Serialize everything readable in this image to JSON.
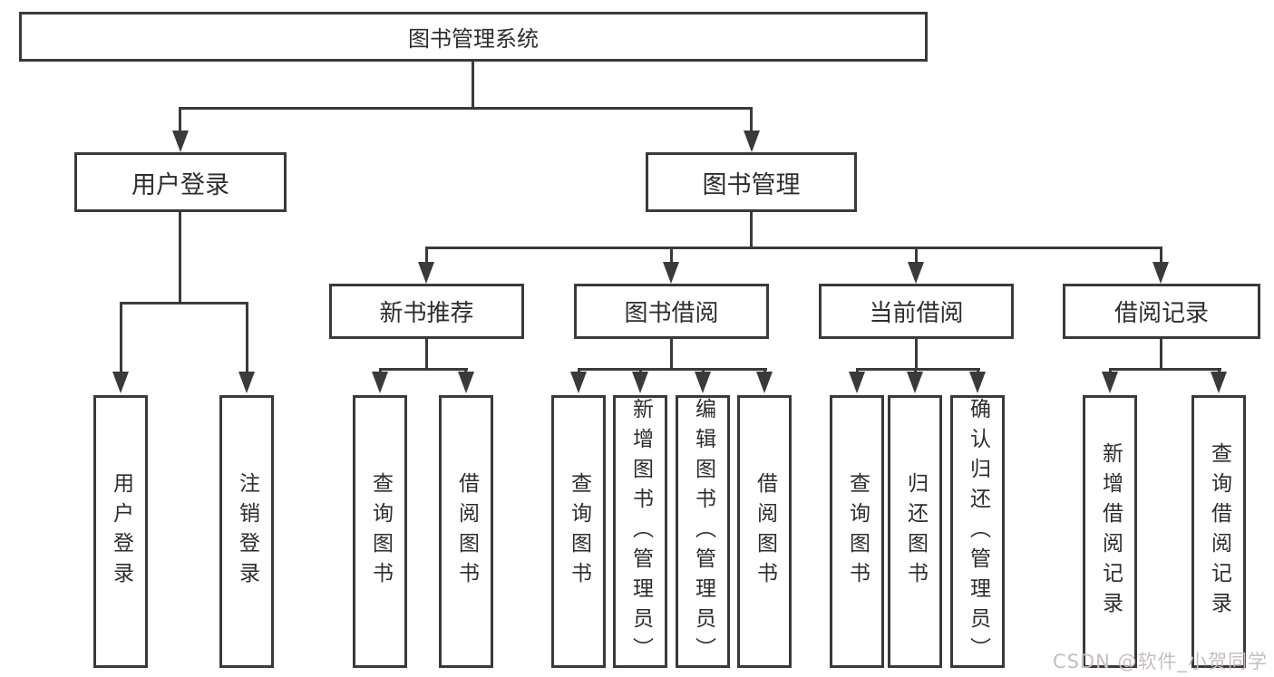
{
  "diagram": {
    "type": "hierarchy-tree",
    "orientation": "top-down"
  },
  "colors": {
    "line": "#3a3a3a",
    "box_border": "#3a3a3a",
    "text": "#2d2d2d",
    "background": "#ffffff",
    "watermark_text": "#c7bdbd"
  },
  "tree": {
    "root": {
      "label": "图书管理系统"
    },
    "branches": [
      {
        "label": "用户登录",
        "leaves": [
          "用户登录",
          "注销登录"
        ]
      },
      {
        "label": "图书管理",
        "groups": [
          {
            "label": "新书推荐",
            "leaves": [
              "查询图书",
              "借阅图书"
            ]
          },
          {
            "label": "图书借阅",
            "leaves": [
              "查询图书",
              "新增图书（管理员）",
              "编辑图书（管理员）",
              "借阅图书"
            ]
          },
          {
            "label": "当前借阅",
            "leaves": [
              "查询图书",
              "归还图书",
              "确认归还（管理员）"
            ]
          },
          {
            "label": "借阅记录",
            "leaves": [
              "新增借阅记录",
              "查询借阅记录"
            ]
          }
        ]
      }
    ]
  },
  "watermark": {
    "text": "CSDN @软件_小贺同学"
  }
}
